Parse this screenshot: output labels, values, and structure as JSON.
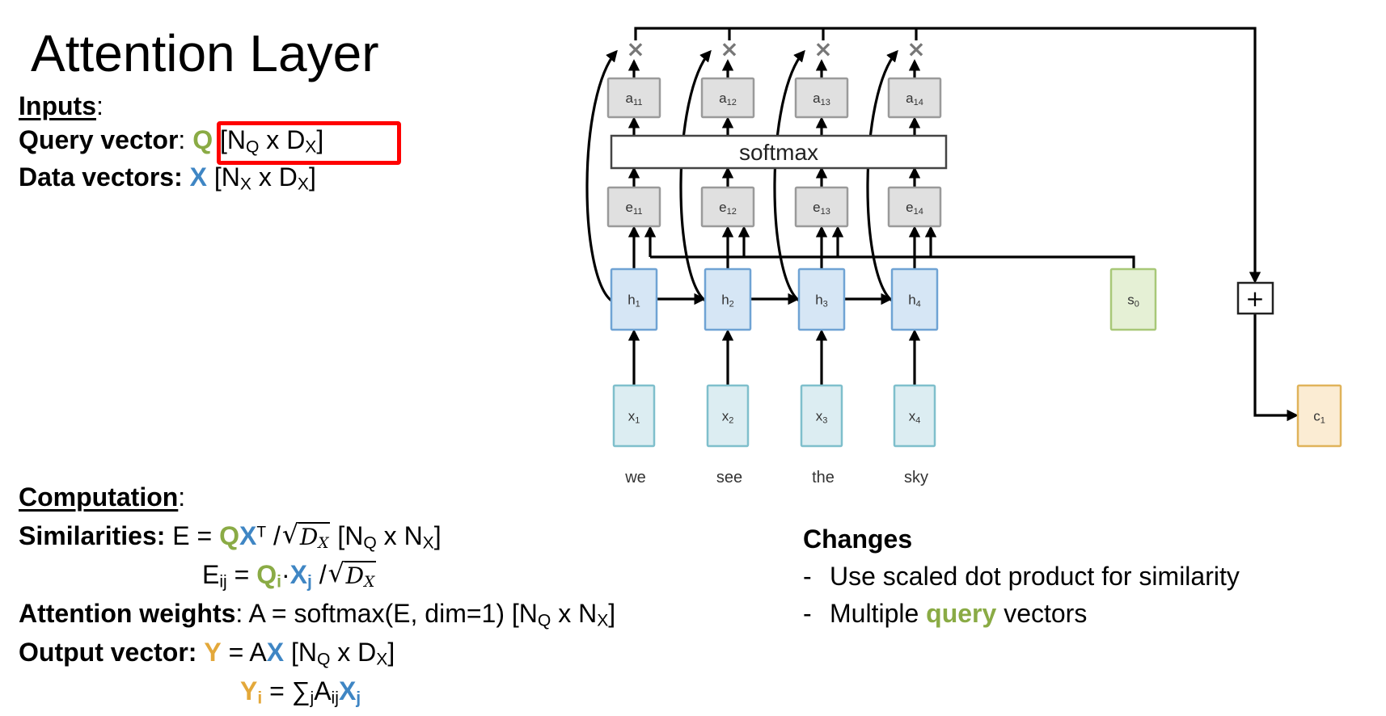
{
  "title": "Attention Layer",
  "inputs": {
    "heading": "Inputs",
    "colon": ":",
    "query": {
      "label": "Query vector",
      "colon": ":",
      "symbol": "Q",
      "shape_open": "[N",
      "shape_sub1": "Q",
      "shape_mid": " x D",
      "shape_sub2": "X",
      "shape_close": "]"
    },
    "data": {
      "label": "Data vectors",
      "colon": ":",
      "symbol": "X",
      "shape_open": "[N",
      "shape_sub1": "X",
      "shape_mid": " x D",
      "shape_sub2": "X",
      "shape_close": "]"
    }
  },
  "computation": {
    "heading": "Computation",
    "colon": ":",
    "similarities": {
      "label": "Similarities",
      "colon": ":",
      "lhs": " E = ",
      "q": "Q",
      "x": "X",
      "transpose": "T",
      "div": " /",
      "sqrt_d": "D",
      "sqrt_sub": "X",
      "shape_open": " [N",
      "shape_sub1": "Q",
      "shape_mid": " x N",
      "shape_sub2": "X",
      "shape_close": "]",
      "elem_lhs": "E",
      "elem_lhs_sub": "ij",
      "elem_eq": " = ",
      "elem_q": "Q",
      "elem_q_sub": "i",
      "elem_dot": "·",
      "elem_x": "X",
      "elem_x_sub": "j",
      "elem_div": " /"
    },
    "attention_weights": {
      "label": "Attention weights",
      "colon": ":",
      "formula": " A = softmax(E, dim=1)  [N",
      "shape_sub1": "Q",
      "shape_mid": " x N",
      "shape_sub2": "X",
      "shape_close": "]"
    },
    "output": {
      "label": "Output vector",
      "colon": ":",
      "y": "Y",
      "eq": " = A",
      "x": "X",
      "shape_open": " [N",
      "shape_sub1": "Q",
      "shape_mid": " x D",
      "shape_sub2": "X",
      "shape_close": "]",
      "elem_y": "Y",
      "elem_y_sub": "i",
      "elem_eq": " = ∑",
      "elem_sum_sub": "j",
      "elem_a": "A",
      "elem_a_sub": "ij",
      "elem_x": "X",
      "elem_x_sub": "j"
    }
  },
  "changes": {
    "heading": "Changes",
    "items": [
      {
        "dash": "-",
        "text": "Use scaled dot product for similarity"
      },
      {
        "dash": "-",
        "pre": "Multiple ",
        "highlight": "query",
        "post": " vectors"
      }
    ]
  },
  "diagram": {
    "weights": [
      {
        "base": "a",
        "sub": "11"
      },
      {
        "base": "a",
        "sub": "12"
      },
      {
        "base": "a",
        "sub": "13"
      },
      {
        "base": "a",
        "sub": "14"
      }
    ],
    "scores": [
      {
        "base": "e",
        "sub": "11"
      },
      {
        "base": "e",
        "sub": "12"
      },
      {
        "base": "e",
        "sub": "13"
      },
      {
        "base": "e",
        "sub": "14"
      }
    ],
    "hidden": [
      {
        "base": "h",
        "sub": "1"
      },
      {
        "base": "h",
        "sub": "2"
      },
      {
        "base": "h",
        "sub": "3"
      },
      {
        "base": "h",
        "sub": "4"
      }
    ],
    "inputs": [
      {
        "base": "x",
        "sub": "1"
      },
      {
        "base": "x",
        "sub": "2"
      },
      {
        "base": "x",
        "sub": "3"
      },
      {
        "base": "x",
        "sub": "4"
      }
    ],
    "words": [
      "we",
      "see",
      "the",
      "sky"
    ],
    "softmax_label": "softmax",
    "multiply_symbol": "×",
    "plus_symbol": "+",
    "decoder_state": {
      "base": "s",
      "sub": "0"
    },
    "context": {
      "base": "c",
      "sub": "1"
    }
  },
  "colors": {
    "query_green": "#8aab45",
    "data_blue": "#3f86c4",
    "output_gold": "#e3a83a",
    "highlight_red": "#ff0000",
    "grey_box_fill": "#e0e0e0",
    "hidden_fill": "#d6e6f5",
    "input_fill": "#dcedf2",
    "state_fill": "#e5f0d5",
    "context_fill": "#fbecd3"
  }
}
